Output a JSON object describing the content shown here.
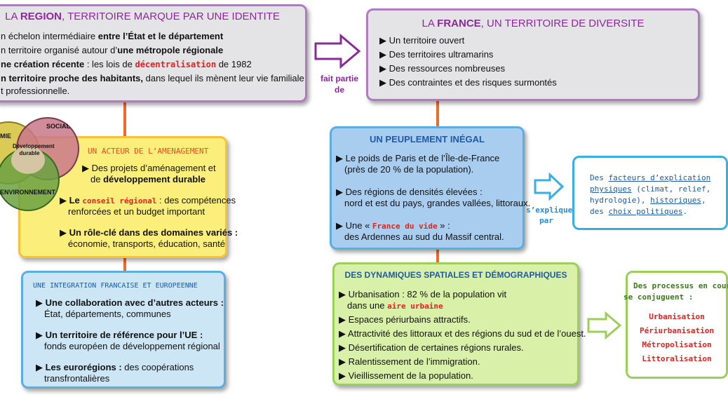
{
  "region": {
    "title_pre": "LA ",
    "title_bold": "REGION",
    "title_post": ", TERRITOIRE MARQUE PAR UNE IDENTITE",
    "l1_pre": "n échelon intermédiaire ",
    "l1_bold": "entre l’État et le département",
    "l2_pre": "n territoire organisé autour d’",
    "l2_bold": "une métropole régionale",
    "l3_bold": "ne création récente",
    "l3_mid": " : les lois de ",
    "l3_red": "décentralisation",
    "l3_post": " de 1982",
    "l4_bold": "n territoire proche des habitants,",
    "l4_post": " dans lequel ils mènent leur vie familiale",
    "l5": "t professionnelle."
  },
  "france": {
    "title_pre": "LA ",
    "title_bold": "FRANCE",
    "title_post": ", UN TERRITOIRE DE DIVERSITE",
    "items": [
      "Un territoire ouvert",
      "Des territoires ultramarins",
      "Des ressources nombreuses",
      "Des contraintes et des risques surmontés"
    ]
  },
  "link_fait": {
    "line1": "fait partie",
    "line2": "de"
  },
  "venn": {
    "social": "SOCIAL",
    "economie": "MIE",
    "center1": "Développement",
    "center2": "durable",
    "env": "ENVIRONNEMENT"
  },
  "acteur": {
    "title": "UN ACTEUR DE L’AMENAGEMENT",
    "b1_l1": "Des projets d’aménagement et",
    "b1_l2_pre": "de ",
    "b1_l2_bold": "développement durable",
    "b2_bold": "Le ",
    "b2_red": "conseil régional",
    "b2_post": " : des compétences",
    "b2_l2": "renforcées et un budget important",
    "b3_l1": "Un rôle-clé dans des domaines variés :",
    "b3_l2": "économie, transports, éducation, santé"
  },
  "integration": {
    "title": "UNE INTEGRATION FRANCAISE ET EUROPEENNE",
    "b1_l1": "Une collaboration avec d’autres acteurs :",
    "b1_l2": "État, départements, communes",
    "b2_l1": "Un territoire de référence pour l’UE :",
    "b2_l2": "fonds européen de développement régional",
    "b3_bold": "Les eurorégions :",
    "b3_post": " des coopérations",
    "b3_l2": "transfrontalières"
  },
  "peuplement": {
    "title": "UN PEUPLEMENT INÉGAL",
    "b1_l1": "Le poids de Paris et de l’Île-de-France",
    "b1_l2": "(près de 20 % de la population).",
    "b2_l1": "Des régions de densités élevées :",
    "b2_l2": "nord et est du pays, grandes vallées, littoraux.",
    "b3_pre": "Une « ",
    "b3_red": "France du vide",
    "b3_post": " » :",
    "b3_l2": "des Ardennes au sud du Massif central."
  },
  "link_explique": {
    "line1": "s’explique",
    "line2": "par"
  },
  "facteurs": {
    "l1_pre": "Des ",
    "l1_u": "facteurs d’explication",
    "l2_u": "physiques",
    "l2_post": " (climat, relief,",
    "l3_pre": "hydrologie), ",
    "l3_u": "historiques",
    "l3_post": ",",
    "l4_pre": "des ",
    "l4_u": "choix politiques",
    "l4_post": "."
  },
  "dynamiques": {
    "title": "DES DYNAMIQUES SPATIALES ET DÉMOGRAPHIQUES",
    "i1_l1": "Urbanisation : 82 % de la population vit",
    "i1_l2_pre": "dans une ",
    "i1_l2_red": "aire urbaine",
    "i2": "Espaces périurbains attractifs.",
    "i3": "Attractivité des littoraux et des régions du sud et de l’ouest.",
    "i4": "Désertification de certaines régions rurales.",
    "i5": "Ralentissement de l’immigration.",
    "i6": "Vieillissement de la population."
  },
  "processus": {
    "l1": "Des processus en cour",
    "l2": "se conjuguent :",
    "items": [
      "Urbanisation",
      "Périurbanisation",
      "Métropolisation",
      "Littoralisation"
    ]
  },
  "colors": {
    "accent_orange": "#f06a2a",
    "red": "#e0231f",
    "purple": "#8a2a9a",
    "blue": "#1f5aa8"
  }
}
